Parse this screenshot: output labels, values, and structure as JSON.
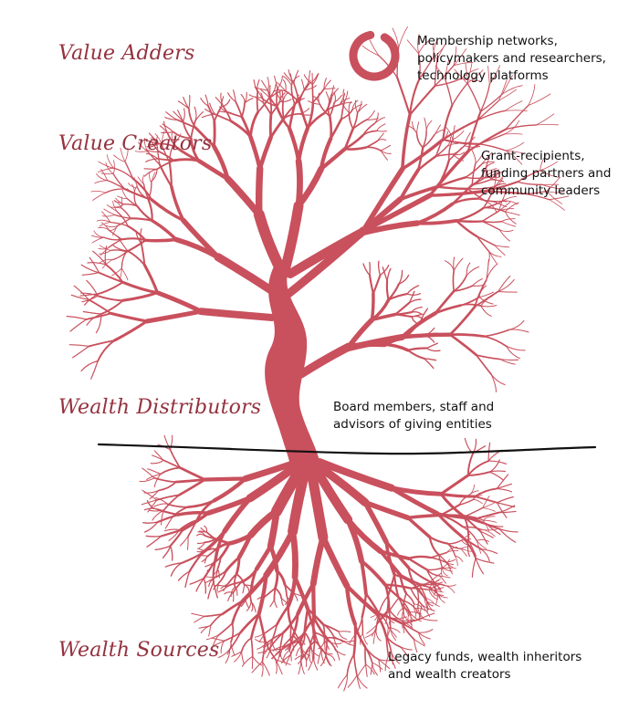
{
  "levels": [
    {
      "id": "value-adders",
      "label": "Value Adders",
      "description": [
        "Membership networks,",
        "policymakers and researchers,",
        "technology platforms"
      ]
    },
    {
      "id": "value-creators",
      "label": "Value Creators",
      "description": [
        "Grant-recipients,",
        "funding partners and",
        "community leaders"
      ]
    },
    {
      "id": "wealth-distributors",
      "label": "Wealth Distributors",
      "description": [
        "Board members, staff and",
        "advisors of giving entities"
      ]
    },
    {
      "id": "wealth-sources",
      "label": "Wealth Sources",
      "description": [
        "Legacy funds, wealth inheritors",
        "and wealth creators"
      ]
    }
  ],
  "colors": {
    "tree": "#c9505d",
    "label": "#94323f",
    "ground": "#111111"
  },
  "icons": {
    "adders": "ring-icon"
  }
}
